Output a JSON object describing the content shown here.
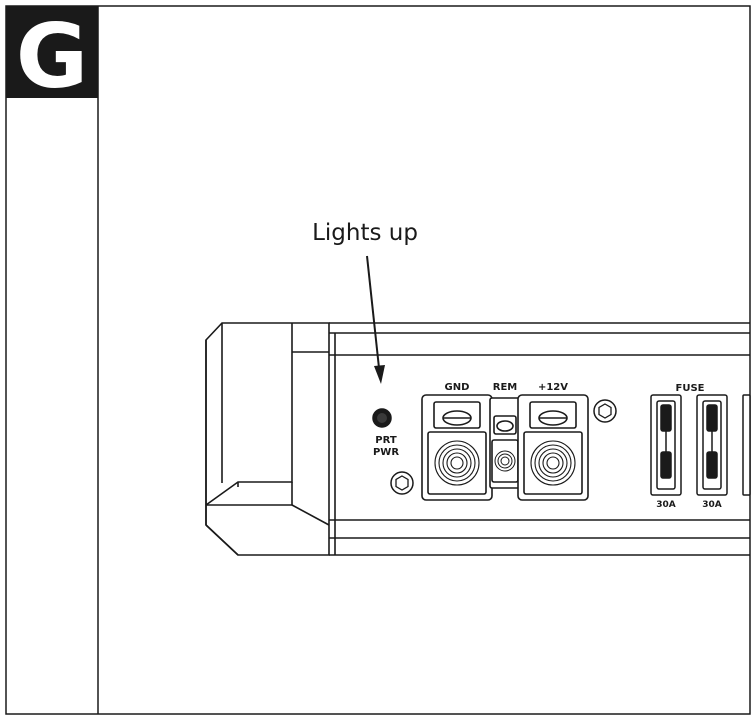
{
  "step": {
    "letter": "G"
  },
  "callout": {
    "text": "Lights up"
  },
  "indicator": {
    "line1": "PRT",
    "line2": "PWR"
  },
  "terminals": {
    "gnd": "GND",
    "rem": "REM",
    "plus12v": "+12V"
  },
  "fuse": {
    "title": "FUSE",
    "rating1": "30A",
    "rating2": "30A"
  },
  "colors": {
    "ink": "#1a1a1a",
    "paper": "#ffffff",
    "badge_bg": "#1a1a1a",
    "badge_text": "#ffffff"
  }
}
